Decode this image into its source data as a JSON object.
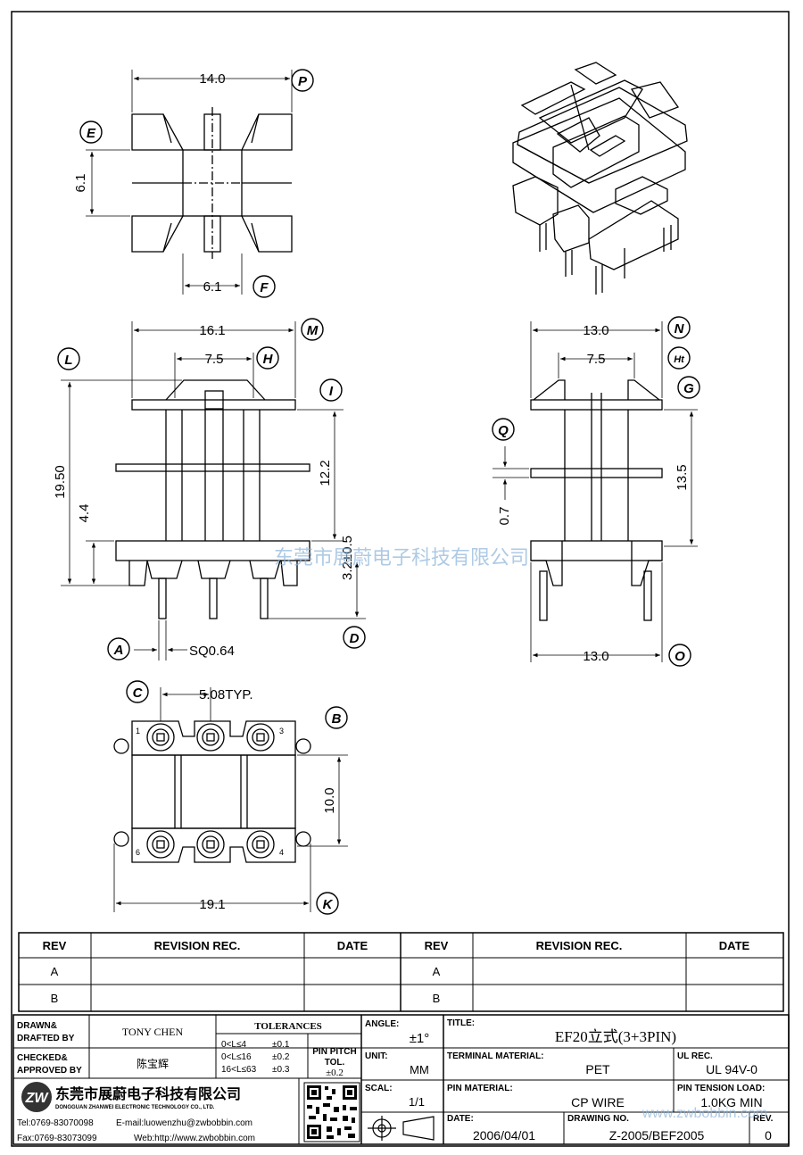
{
  "dims": {
    "top_width": "14.0",
    "top_height": "6.1",
    "top_inner": "6.1",
    "front_width": "16.1",
    "front_inner": "7.5",
    "front_height": "19.50",
    "front_mid": "12.2",
    "front_base": "4.4",
    "front_pin": "3.2±0.5",
    "pin_sq": "SQ0.64",
    "side_width": "13.0",
    "side_inner": "7.5",
    "side_height": "13.5",
    "side_flange": "0.7",
    "side_bottom_width": "13.0",
    "bottom_pitch": "5.08TYP.",
    "bottom_height": "10.0",
    "bottom_width": "19.1"
  },
  "callouts": {
    "P": "P",
    "E": "E",
    "F": "F",
    "M": "M",
    "L": "L",
    "H": "H",
    "I": "I",
    "A": "A",
    "D": "D",
    "N": "N",
    "Ht": "Ht",
    "G": "G",
    "Q": "Q",
    "O": "O",
    "C": "C",
    "B": "B",
    "K": "K"
  },
  "pins": {
    "p1": "1",
    "p3": "3",
    "p4": "4",
    "p6": "6"
  },
  "watermark": "东莞市展蔚电子科技有限公司",
  "watermark_url": "www.zwbobbin.com",
  "revision_table": {
    "headers": [
      "REV",
      "REVISION REC.",
      "DATE",
      "REV",
      "REVISION REC.",
      "DATE"
    ],
    "rows": [
      [
        "A",
        "",
        "",
        "A",
        "",
        ""
      ],
      [
        "B",
        "",
        "",
        "B",
        "",
        ""
      ]
    ]
  },
  "title_block": {
    "drawn_label_1": "DRAWN&",
    "drawn_label_2": "DRAFTED BY",
    "drawn_value": "TONY CHEN",
    "checked_label_1": "CHECKED&",
    "checked_label_2": "APPROVED BY",
    "checked_value": "陈宝辉",
    "tolerances_label": "TOLERANCES",
    "tol_rows": [
      {
        "range": "0<L≤4",
        "value": "±0.1"
      },
      {
        "range": "0<L≤16",
        "value": "±0.2"
      },
      {
        "range": "16<L≤63",
        "value": "±0.3"
      }
    ],
    "pin_pitch_label_1": "PIN PITCH",
    "pin_pitch_label_2": "TOL.",
    "pin_pitch_value": "±0.2",
    "angle_label": "ANGLE:",
    "angle_value": "±1°",
    "unit_label": "UNIT:",
    "unit_value": "MM",
    "scale_label": "SCAL:",
    "scale_value": "1/1",
    "title_label": "TITLE:",
    "title_value": "EF20立式(3+3PIN)",
    "terminal_label": "TERMINAL MATERIAL:",
    "terminal_value": "PET",
    "ul_label": "UL REC.",
    "ul_value": "UL 94V-0",
    "pin_material_label": "PIN MATERIAL:",
    "pin_material_value": "CP WIRE",
    "pin_tension_label": "PIN TENSION LOAD:",
    "pin_tension_value": "1.0KG MIN",
    "date_label": "DATE:",
    "date_value": "2006/04/01",
    "drawing_label": "DRAWING NO.",
    "drawing_value": "Z-2005/BEF2005",
    "rev_label": "REV.",
    "rev_value": "0",
    "company_cn": "东莞市展蔚电子科技有限公司",
    "company_en": "DONGGUAN ZHANWEI ELECTRONIC TECHNOLOGY CO., LTD.",
    "tel": "Tel:0769-83070098",
    "email": "E-mail:luowenzhu@zwbobbin.com",
    "fax": "Fax:0769-83073099",
    "web": "Web:http://www.zwbobbin.com",
    "logo_text": "ZW"
  }
}
